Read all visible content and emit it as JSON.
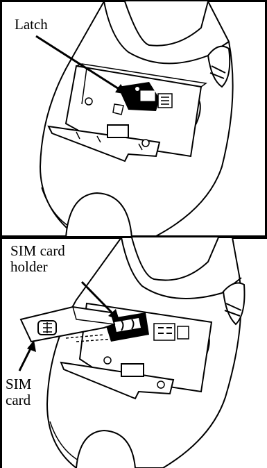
{
  "figure": {
    "top_panel": {
      "label": "Latch"
    },
    "bottom_panel": {
      "holder_label": "SIM card\nholder",
      "card_label": "SIM\ncard"
    }
  }
}
